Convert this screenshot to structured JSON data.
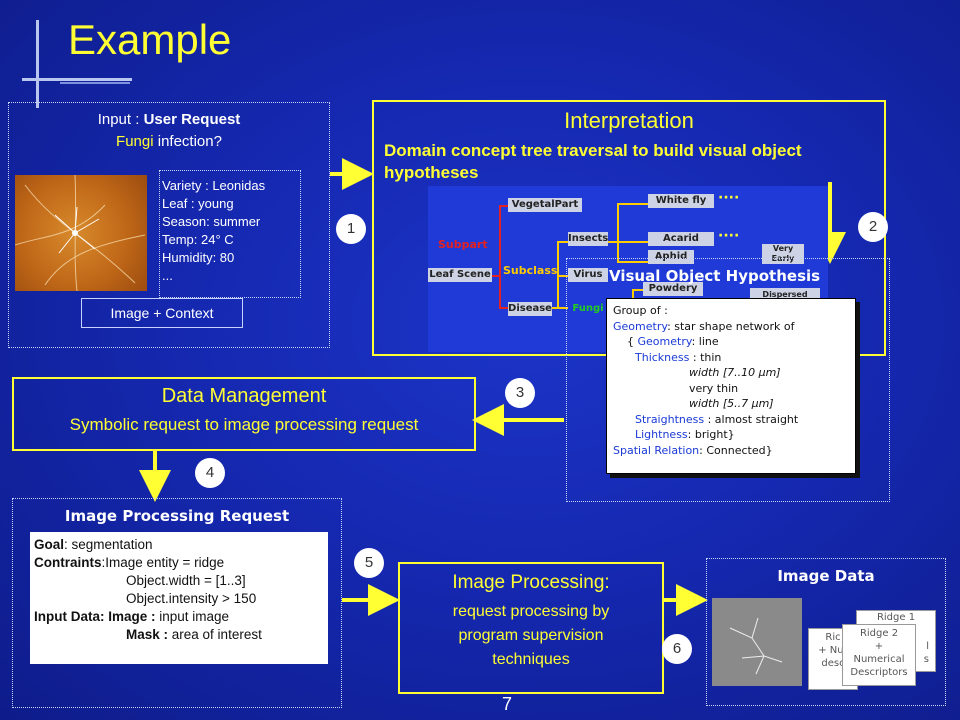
{
  "title": "Example",
  "page_number": "7",
  "input_panel": {
    "title_prefix": "Input : ",
    "title_bold": "User Request",
    "request_word": "Fungi",
    "request_rest": " infection?",
    "context_lines": [
      "Variety : Leonidas",
      "Leaf : young",
      "Season: summer",
      "Temp: 24° C",
      "Humidity: 80",
      "..."
    ],
    "context_label": "Image + Context"
  },
  "interpretation": {
    "title": "Interpretation",
    "subtitle": "Domain concept tree traversal to build visual object hypotheses",
    "tree": {
      "subpart": "Subpart",
      "subclass": "Subclass",
      "nodes": [
        "Leaf Scene",
        "VegetalPart",
        "Disease",
        "Insects",
        "Virus",
        "Fungi",
        "White fly",
        "Acarid",
        "Aphid",
        "Powdery",
        "Very Early",
        "Dispersed"
      ]
    }
  },
  "voh": {
    "title": "Visual Object Hypothesis",
    "lines": {
      "l1": "Group of :",
      "l2a": "Geometry",
      "l2b": ": star shape network of",
      "l3a": "{ ",
      "l3b": "Geometry",
      "l3c": ":  line",
      "l4a": "Thickness",
      "l4b": " : thin",
      "l5": "width [7..10 μm]",
      "l6": "very thin",
      "l7": "width [5..7 μm]",
      "l8a": "Straightness",
      "l8b": " : almost straight",
      "l9a": "Lightness",
      "l9b": ": bright}",
      "l10a": "Spatial Relation",
      "l10b": ": Connected}"
    }
  },
  "data_management": {
    "title": "Data Management",
    "subtitle": "Symbolic request to image processing request"
  },
  "ipr": {
    "title": "Image Processing Request",
    "goal_label": "Goal",
    "goal_value": ":  segmentation",
    "contraints_label": "Contraints",
    "contraints_value": ":Image entity = ridge",
    "c2": "Object.width = [1..3]",
    "c3": "Object.intensity > 150",
    "input_label": "Input Data: Image : ",
    "input_value": "input image",
    "mask_label": "Mask : ",
    "mask_value": "area of interest"
  },
  "image_processing": {
    "title": "Image Processing:",
    "subtitle_lines": [
      "request processing by",
      "program supervision",
      "techniques"
    ]
  },
  "image_data": {
    "title": "Image Data",
    "ridge1": "Ridge 1",
    "ridge2_lines": [
      "Ridge 2",
      "+",
      "Numerical",
      "Descriptors"
    ],
    "back_frag": [
      "Ric",
      "+ Nur",
      "desc"
    ],
    "right_frag": [
      "l",
      "s"
    ]
  },
  "steps": [
    "1",
    "2",
    "3",
    "4",
    "5",
    "6"
  ],
  "colors": {
    "accent": "#ffff33",
    "background": "#1528b0"
  }
}
